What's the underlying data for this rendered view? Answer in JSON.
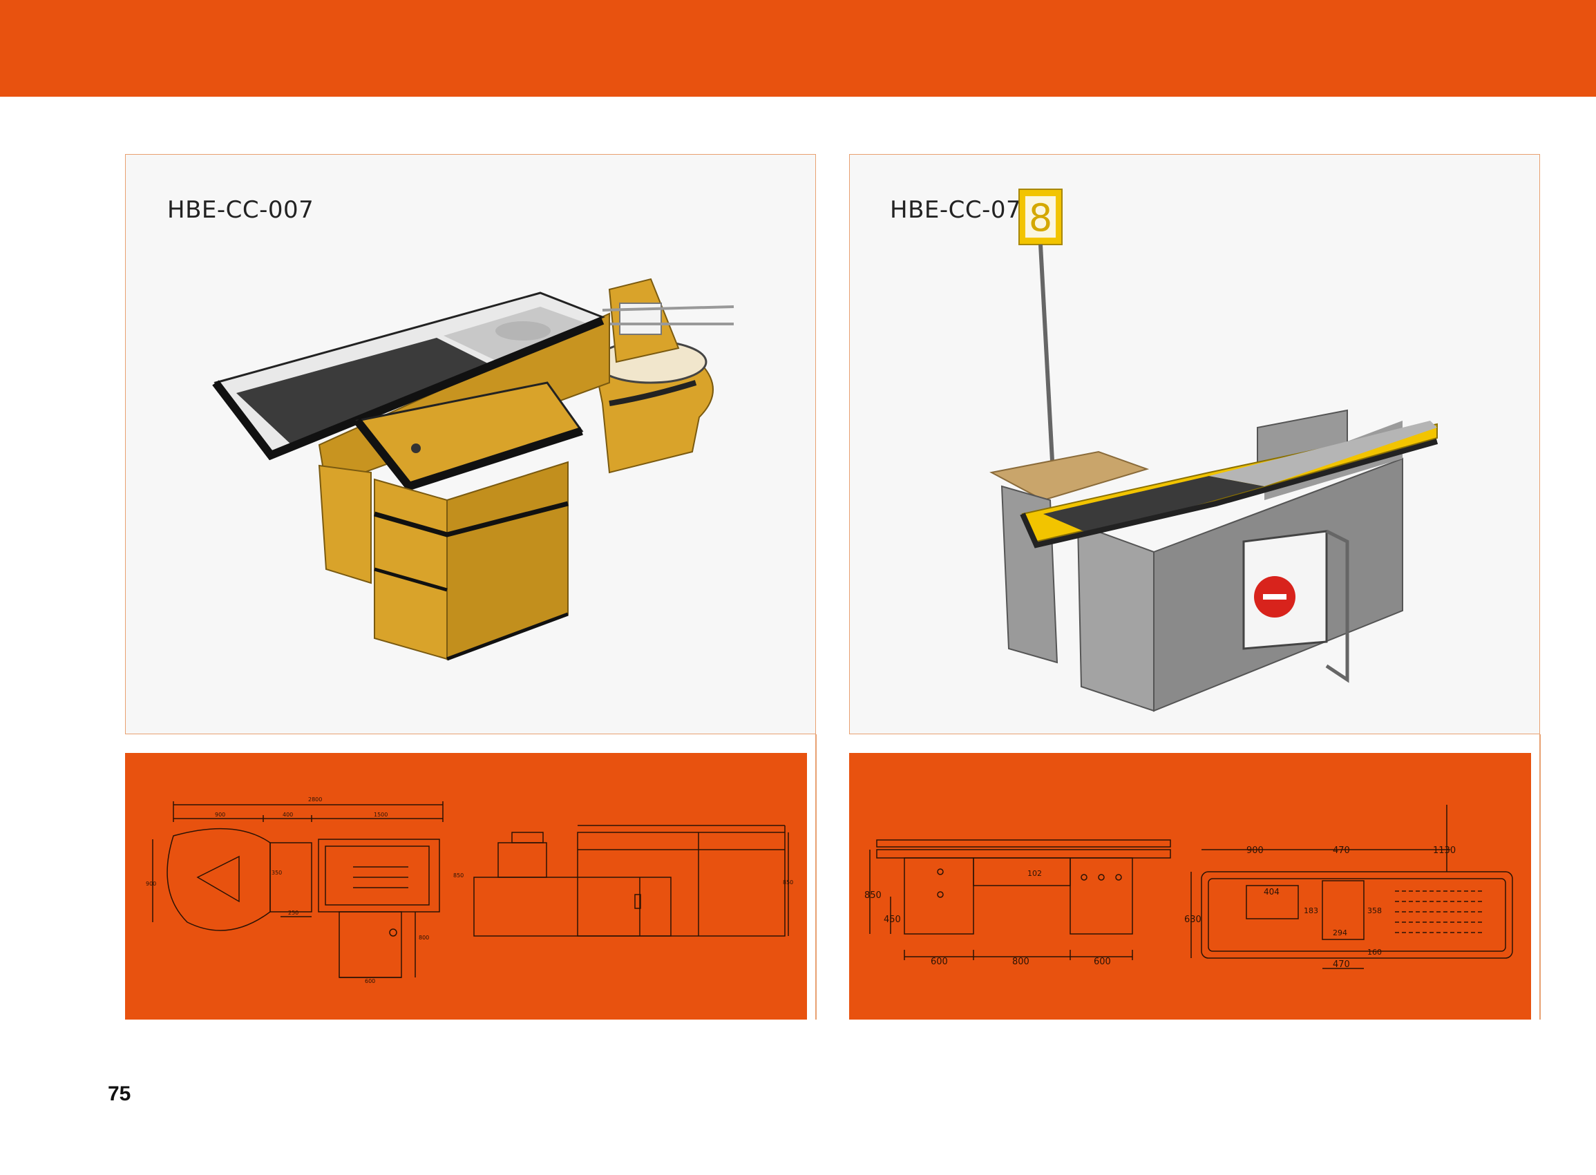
{
  "page": {
    "number": "75"
  },
  "colors": {
    "brand_orange": "#e8520f",
    "counter_yellow": "#d9a32a",
    "counter_grey": "#8c8c8c",
    "accent_yellow": "#f2c400"
  },
  "products": [
    {
      "code": "HBE-CC-007",
      "drawing": {
        "top_dims": [
          "2800",
          "900",
          "400",
          "1500"
        ],
        "side_dims": [
          "900",
          "350",
          "250",
          "850",
          "800",
          "600",
          "850"
        ]
      }
    },
    {
      "code": "HBE-CC-07",
      "sign_number": "8",
      "drawing": {
        "front_dims": [
          "850",
          "450",
          "600",
          "800",
          "600",
          "102"
        ],
        "plan_dims": [
          "900",
          "470",
          "1130",
          "630",
          "404",
          "183",
          "358",
          "294",
          "160",
          "470"
        ]
      }
    }
  ]
}
